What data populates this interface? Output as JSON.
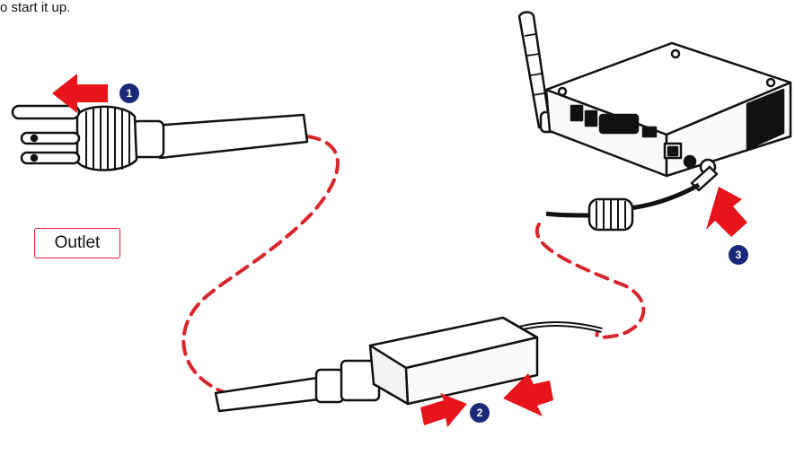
{
  "caption": "o start it up.",
  "outlet_label": "Outlet",
  "steps": [
    {
      "number": "1"
    },
    {
      "number": "2"
    },
    {
      "number": "3"
    }
  ],
  "colors": {
    "arrow": "#e8141b",
    "dashed_cable": "#d8252b",
    "badge": "#1b2a78",
    "outline": "#111111"
  }
}
